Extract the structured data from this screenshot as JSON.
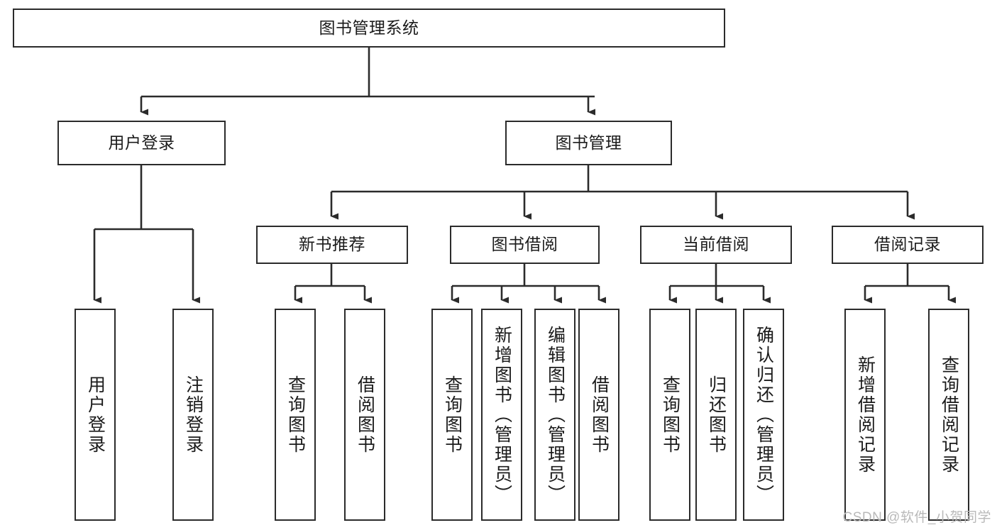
{
  "diagram": {
    "title": "图书管理系统",
    "watermark": "CSDN @软件_小贺同学",
    "line_color": "#2b2b2b",
    "box_border_color": "#2b2b2b",
    "box_fill_color": "#ffffff",
    "text_color": "#1b1b1b",
    "watermark_color": "#b9b9b9"
  },
  "nodes": {
    "root": {
      "label": "图书管理系统"
    },
    "level2": [
      {
        "label": "用户登录"
      },
      {
        "label": "图书管理"
      }
    ],
    "level3": [
      {
        "label": "新书推荐"
      },
      {
        "label": "图书借阅"
      },
      {
        "label": "当前借阅"
      },
      {
        "label": "借阅记录"
      }
    ],
    "leaves": {
      "user_login": [
        {
          "label": "用户登录"
        },
        {
          "label": "注销登录"
        }
      ],
      "new_book_recommend": [
        {
          "label": "查询图书"
        },
        {
          "label": "借阅图书"
        }
      ],
      "book_borrow": [
        {
          "label": "查询图书"
        },
        {
          "label": "新增图书（管理员）"
        },
        {
          "label": "编辑图书（管理员）"
        },
        {
          "label": "借阅图书"
        }
      ],
      "current_borrow": [
        {
          "label": "查询图书"
        },
        {
          "label": "归还图书"
        },
        {
          "label": "确认归还（管理员）"
        }
      ],
      "borrow_record": [
        {
          "label": "新增借阅记录"
        },
        {
          "label": "查询借阅记录"
        }
      ]
    }
  }
}
